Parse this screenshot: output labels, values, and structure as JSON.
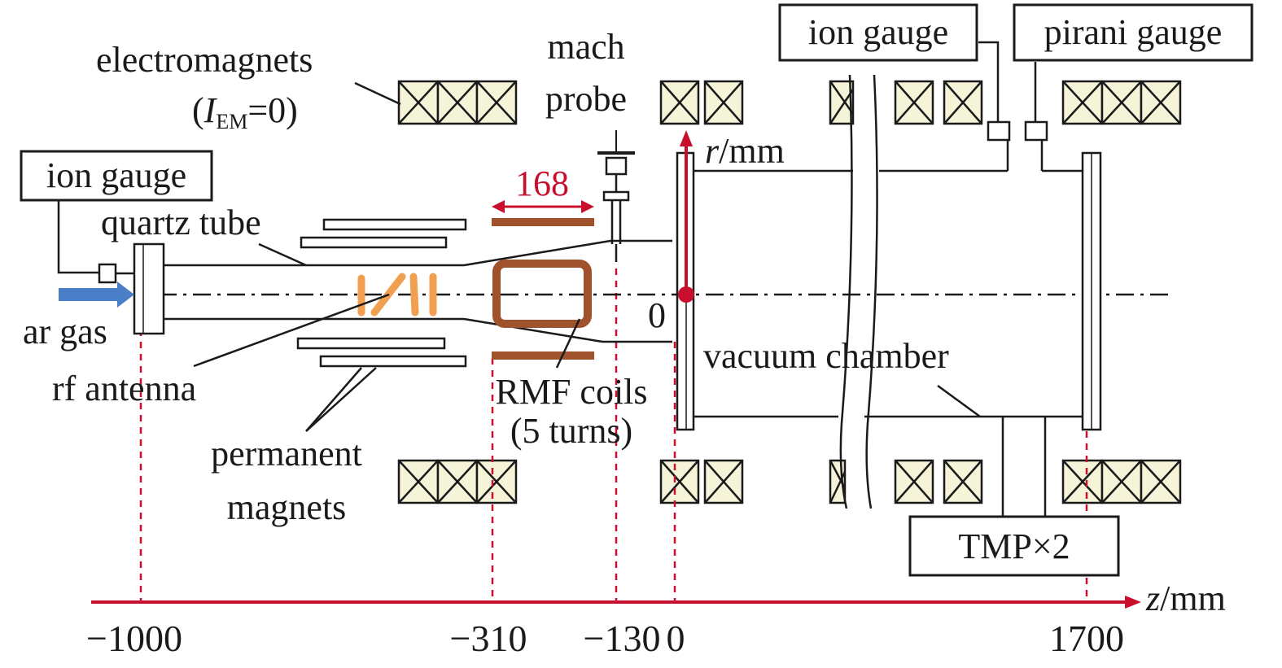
{
  "labels": {
    "electromagnets": "electromagnets",
    "iem_open": "(",
    "iem_I": "I",
    "iem_sub": "EM",
    "iem_rest": "=0)",
    "mach_1": "mach",
    "mach_2": "probe",
    "ion_gauge_left": "ion gauge",
    "ion_gauge_right": "ion gauge",
    "pirani_gauge": "pirani gauge",
    "quartz_tube": "quartz tube",
    "ar_gas": "ar gas",
    "rf_antenna": "rf antenna",
    "permanent_1": "permanent",
    "permanent_2": "magnets",
    "rmf_1": "RMF coils",
    "rmf_2": "(5 turns)",
    "vacuum_chamber": "vacuum chamber",
    "tmp": "TMP×2",
    "r_axis_var": "r",
    "r_axis_unit": "/mm",
    "z_axis_var": "z",
    "z_axis_unit": "/mm",
    "zero_origin": "0",
    "dim_168": "168"
  },
  "z_ticks": [
    "−1000",
    "−310",
    "−130",
    "0",
    "1700"
  ],
  "colors": {
    "axis_red": "#c8102e",
    "coil_brown": "#a0522d",
    "antenna_orange": "#f0a050",
    "magnet_fill": "#f5f3d8",
    "gas_arrow_blue": "#4a7fc8",
    "line_black": "#1a1a1a"
  }
}
